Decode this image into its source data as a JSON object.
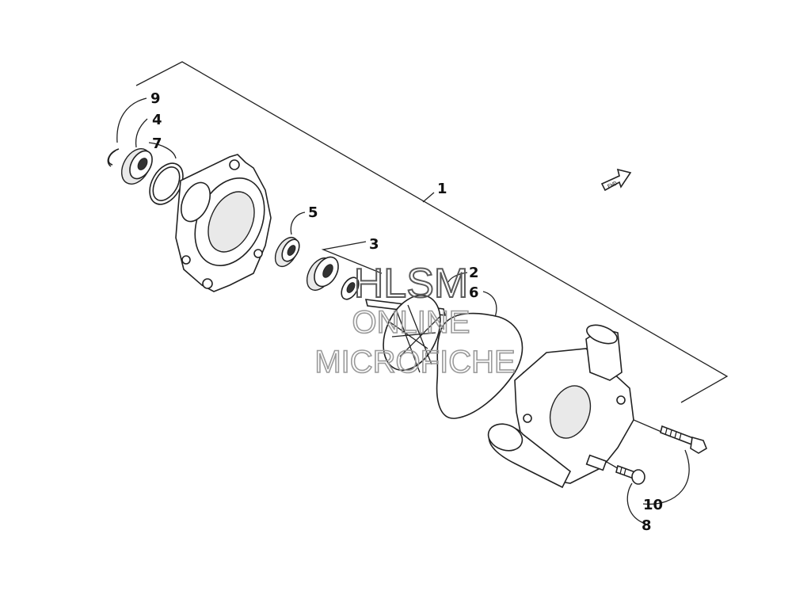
{
  "callouts": {
    "c1": "1",
    "c2": "2",
    "c3": "3",
    "c4": "4",
    "c5": "5",
    "c6": "6",
    "c7": "7",
    "c8": "8",
    "c9": "9",
    "c10": "10"
  },
  "fwd_label": "FWD",
  "watermark": {
    "line1": "HLSM",
    "line2": "ONLINE",
    "line3": "MICROFICHE"
  }
}
